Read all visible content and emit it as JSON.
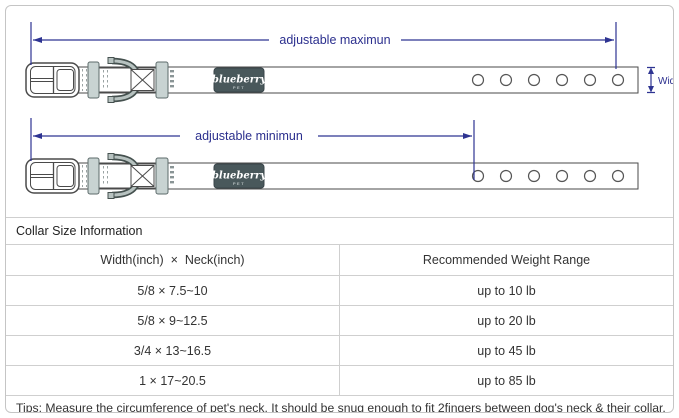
{
  "diagram": {
    "max_label": "adjustable maximun",
    "min_label": "adjustable minimun",
    "width_label": "Width",
    "brand": "blueberry",
    "brand_sub": "PET",
    "colors": {
      "dimension_blue": "#2e3492",
      "patch_slate": "#49585b",
      "keeper_gray": "#c8d3d2",
      "outline_gray": "#4a4a4a"
    }
  },
  "table": {
    "title": "Collar Size Information",
    "columns": [
      "Width(inch)  ×  Neck(inch)",
      "Recommended Weight Range"
    ],
    "rows": [
      {
        "size": "5/8 × 7.5~10",
        "weight": "up to 10 lb"
      },
      {
        "size": "5/8 × 9~12.5",
        "weight": "up to 20 lb"
      },
      {
        "size": "3/4 × 13~16.5",
        "weight": "up to 45 lb"
      },
      {
        "size": "1 × 17~20.5",
        "weight": "up to 85 lb"
      }
    ],
    "tips": "Tips: Measure the circumference of pet's neck. It should be snug enough to fit 2fingers between dog's neck & their collar."
  }
}
